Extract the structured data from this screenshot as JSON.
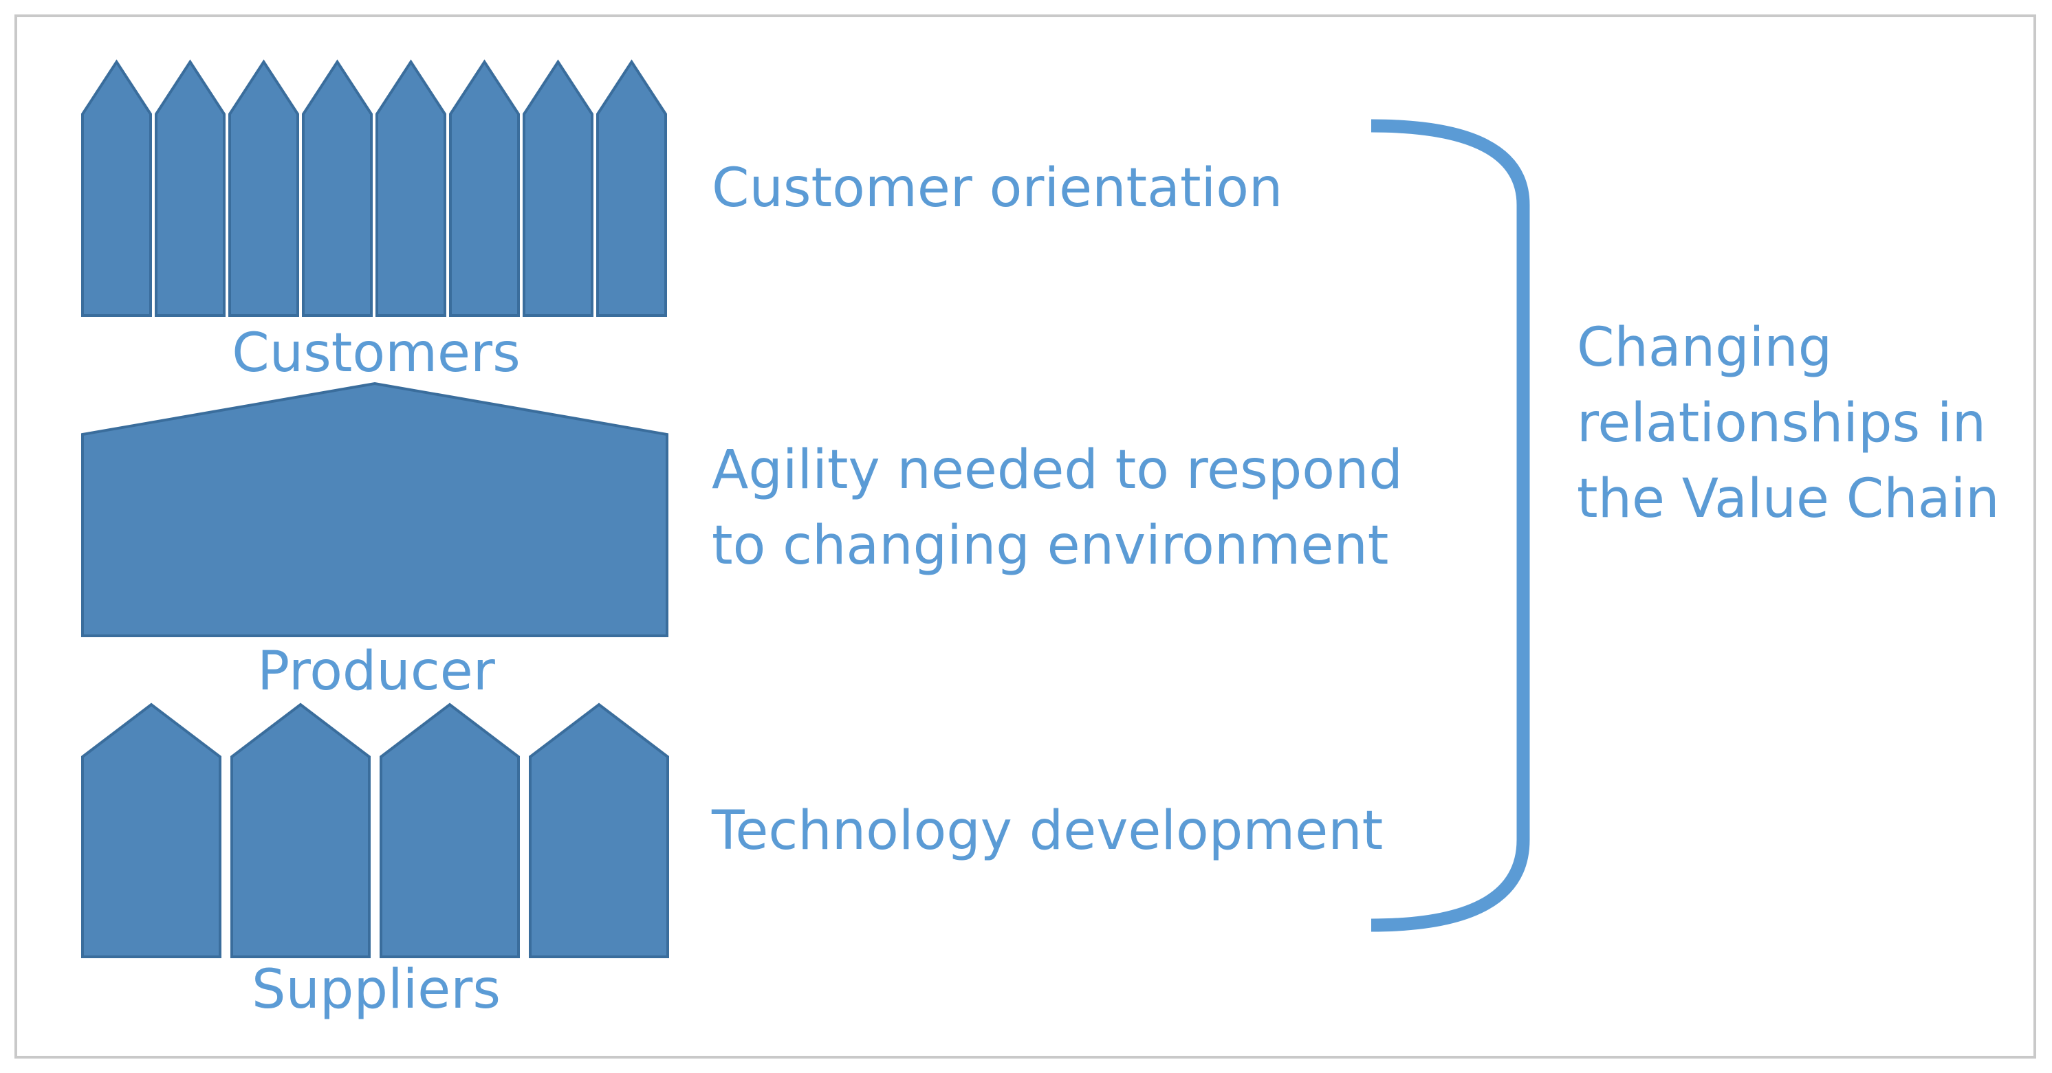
{
  "groups": {
    "customers": "Customers",
    "producer": "Producer",
    "suppliers": "Suppliers"
  },
  "descriptions": {
    "customer_orientation": "Customer orientation",
    "agility_line1": "Agility needed to respond",
    "agility_line2": "to changing environment",
    "technology": "Technology development"
  },
  "summary": {
    "line1": "Changing",
    "line2": "relationships in",
    "line3": "the Value Chain"
  },
  "colors": {
    "shape_fill": "#4f86b9",
    "shape_stroke": "#3a6d9c",
    "text": "#5b9bd5",
    "bracket": "#5b9bd5",
    "frame": "#c9c9c9"
  }
}
